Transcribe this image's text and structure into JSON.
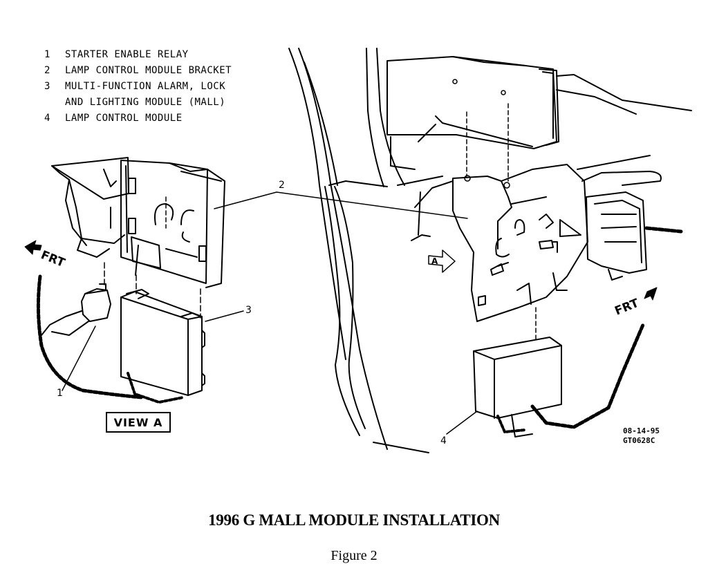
{
  "legend": [
    {
      "num": "1",
      "text": "STARTER ENABLE RELAY"
    },
    {
      "num": "2",
      "text": "LAMP CONTROL MODULE BRACKET"
    },
    {
      "num": "3",
      "text": "MULTI-FUNCTION ALARM, LOCK",
      "cont": "AND LIGHTING MODULE (MALL)"
    },
    {
      "num": "4",
      "text": "LAMP CONTROL MODULE"
    }
  ],
  "callouts": {
    "c1": "1",
    "c2": "2",
    "c3": "3",
    "c4": "4"
  },
  "labels": {
    "frt_left": "FRT",
    "frt_right": "FRT",
    "view_a_marker": "A",
    "view_a": "VIEW A"
  },
  "codes": {
    "date": "08-14-95",
    "id": "GT0628C"
  },
  "caption": {
    "title": "1996 G MALL MODULE INSTALLATION",
    "figure": "Figure 2"
  }
}
